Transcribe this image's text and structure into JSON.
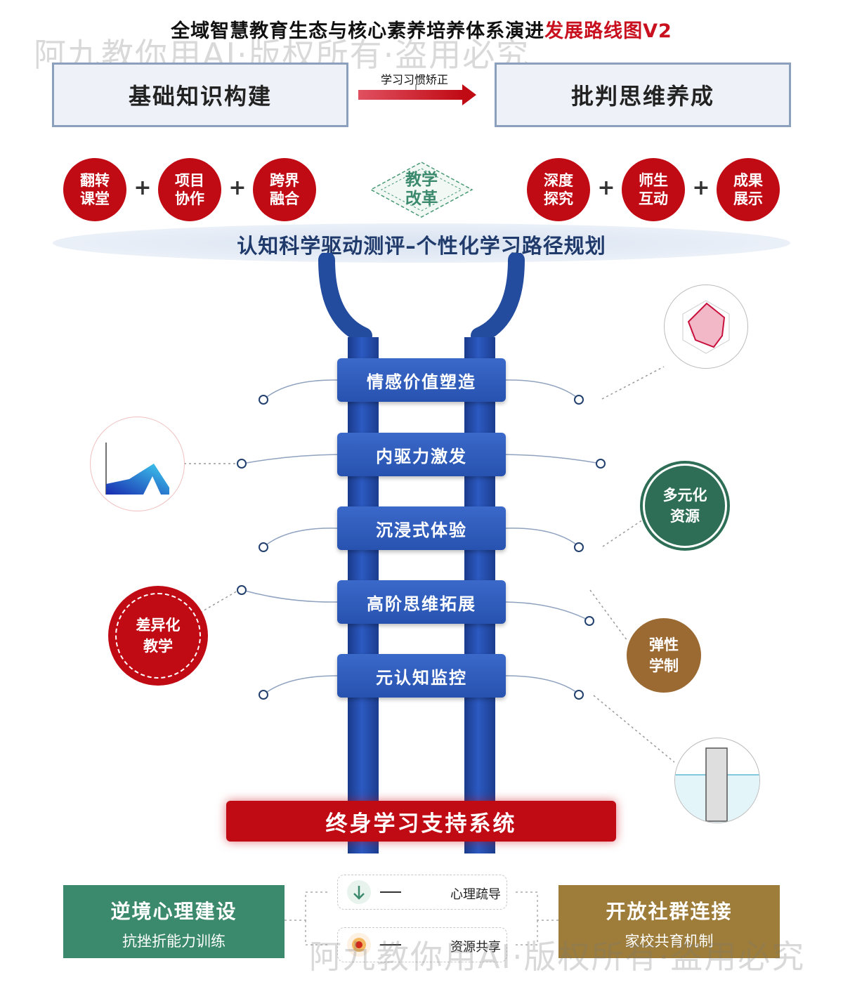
{
  "title": {
    "main": "全域智慧教育生态与核心素养培养体系演进",
    "highlight": "发展路线图V2"
  },
  "watermark": "阿九教你用AI·版权所有·盗用必究",
  "top": {
    "left_box": "基础知识构建",
    "right_box": "批判思维养成",
    "arrow_label": "学习习惯矫正"
  },
  "left_circles": [
    "翻转\n课堂",
    "项目\n协作",
    "跨界\n融合"
  ],
  "right_circles": [
    "深度\n探究",
    "师生\n互动",
    "成果\n展示"
  ],
  "plus": "+",
  "center_diamond": "教学\n改革",
  "ellipse_text": "认知科学驱动测评–个性化学习路径规划",
  "rungs": [
    "情感价值塑造",
    "内驱力激发",
    "沉浸式体验",
    "高阶思维拓展",
    "元认知监控"
  ],
  "side_circles": {
    "diversified": "多元化\n资源",
    "differentiated": "差异化\n教学",
    "flexible": "弹性\n学制"
  },
  "lifelong": "终身学习支持系统",
  "bottom_left": {
    "title": "逆境心理建设",
    "sub": "抗挫折能力训练"
  },
  "bottom_right": {
    "title": "开放社群连接",
    "sub": "家校共育机制"
  },
  "pills": [
    {
      "icon": "down-arrow-icon",
      "label": "心理疏导"
    },
    {
      "icon": "target-icon",
      "label": "资源共享"
    }
  ],
  "colors": {
    "red": "#c00a14",
    "blue": "#2752b0",
    "green": "#3c8a6e",
    "brown": "#9e7d3a",
    "darkgreen": "#2e6e57",
    "wood": "#9b6a33"
  }
}
